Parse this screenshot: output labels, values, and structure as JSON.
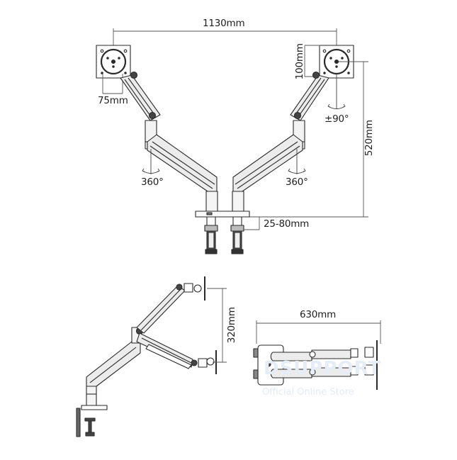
{
  "diagram": {
    "subject": "Dual monitor gas-spring arm mount - dimension drawing",
    "colors": {
      "background": "#ffffff",
      "line": "#2a2a2a",
      "arm_fill": "#e9e9e9",
      "watermark": "#e6edf6"
    },
    "front_view": {
      "overall_width": "1130mm",
      "vesa_small": "75mm",
      "vesa_large": "100mm",
      "height": "520mm",
      "tilt": "±90°",
      "swivel_left": "360°",
      "swivel_right": "360°",
      "desk_thickness": "25-80mm"
    },
    "side_view": {
      "height_adjust": "320mm"
    },
    "top_view": {
      "depth": "630mm"
    },
    "watermark": {
      "brand": "DSUPPORT",
      "subtitle": "Official Online Store"
    }
  }
}
